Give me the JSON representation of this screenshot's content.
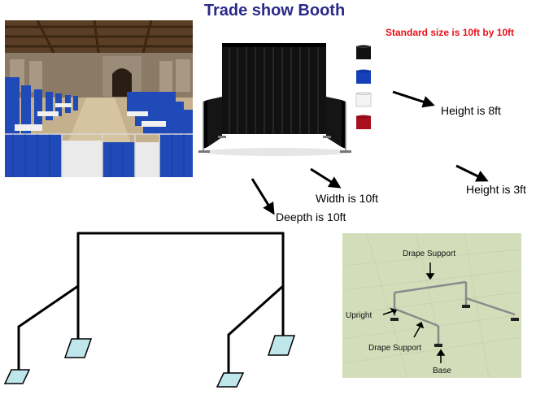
{
  "title": "Trade show Booth",
  "subtitle": "Standard size is 10ft by 10ft",
  "colors": {
    "title": "#2a2a8a",
    "subtitle": "#e8101a",
    "swatches": [
      "#111111",
      "#1540b8",
      "#f4f4f4",
      "#a8101e"
    ],
    "base_plate": "#bfe6ea",
    "render_bg": "#d4ddba"
  },
  "swatch_names": [
    "black",
    "blue",
    "white",
    "burgundy"
  ],
  "dimension_labels": {
    "height_main": "Height is 8ft",
    "height_side": "Height is 3ft",
    "width": "Width is 10ft",
    "depth": "Deepth is 10ft"
  },
  "render_labels": {
    "drape_support_top": "Drape Support",
    "upright": "Upright",
    "drape_support_bottom": "Drape Support",
    "base": "Base"
  }
}
